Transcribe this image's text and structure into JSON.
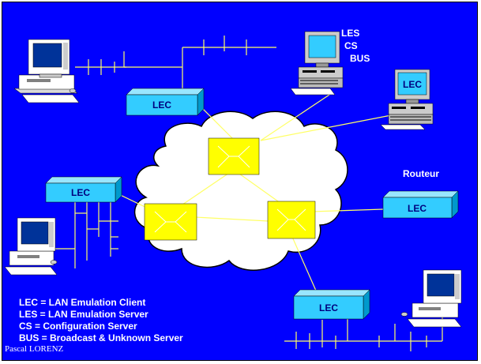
{
  "labels": {
    "les": "LES",
    "cs": "CS",
    "bus": "BUS",
    "lec": "LEC",
    "routeur": "Routeur"
  },
  "legend": [
    "LEC = LAN Emulation Client",
    "LES = LAN Emulation Server",
    "CS = Configuration Server",
    "BUS = Broadcast & Unknown Server"
  ],
  "footer": "Pascal LORENZ",
  "colors": {
    "background": "#0000ff",
    "lec_box": "#33ccff",
    "switch": "#ffff00",
    "link": "#ffff66",
    "cloud": "#ffffff"
  }
}
